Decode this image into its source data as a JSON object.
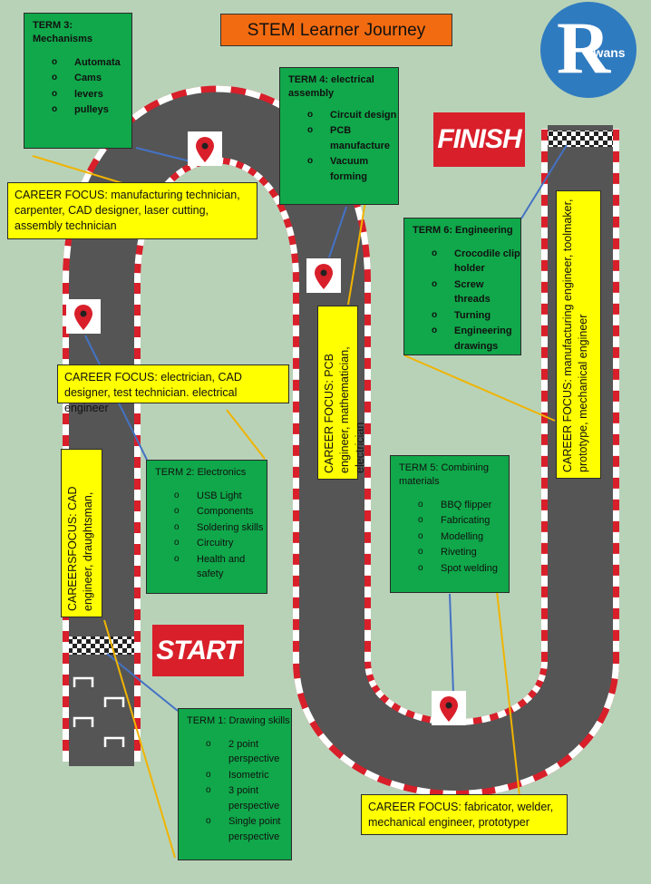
{
  "title": "STEM Learner Journey",
  "signs": {
    "start": "START",
    "finish": "FINISH"
  },
  "logo": {
    "letter": "R",
    "text": "owans"
  },
  "icons": {
    "pin": "map-pin-icon"
  },
  "colors": {
    "background": "#b8d2b8",
    "term_box": "#10a84a",
    "career_box": "#ffff00",
    "title_box": "#f26b10",
    "sign": "#d81f2a",
    "track": "#555555"
  },
  "terms": [
    {
      "heading": "TERM 1: Drawing skills",
      "items": [
        "2 point perspective",
        "Isometric",
        "3 point perspective",
        "Single point perspective"
      ]
    },
    {
      "heading": "TERM 2: Electronics",
      "items": [
        "USB Light",
        "Components",
        "Soldering skills",
        "Circuitry",
        "Health and safety"
      ]
    },
    {
      "heading": "TERM 3: Mechanisms",
      "items": [
        "Automata",
        "Cams",
        "levers",
        "pulleys"
      ]
    },
    {
      "heading": "TERM 4: electrical assembly",
      "items": [
        "Circuit design",
        "PCB manufacture",
        "Vacuum forming"
      ]
    },
    {
      "heading": "TERM 5: Combining materials",
      "items": [
        "BBQ flipper",
        "Fabricating",
        "Modelling",
        "Riveting",
        "Spot welding"
      ]
    },
    {
      "heading": "TERM 6: Engineering",
      "items": [
        "Crocodile clip holder",
        "Screw threads",
        "Turning",
        "Engineering drawings"
      ]
    }
  ],
  "careers": {
    "term1": "CAREERSFOCUS: CAD engineer, draughtsman,",
    "term2": "CAREER FOCUS: electrician, CAD designer, test technician. electrical engineer",
    "term3": "CAREER FOCUS: manufacturing technician, carpenter, CAD designer, laser cutting, assembly technician",
    "term4": "CAREER FOCUS: PCB engineer, mathematician, electrician",
    "term5": "CAREER FOCUS: fabricator, welder, mechanical engineer, prototyper",
    "term6": "CAREER FOCUS: manufacturing engineer, toolmaker, prototype, mechanical engineer"
  }
}
